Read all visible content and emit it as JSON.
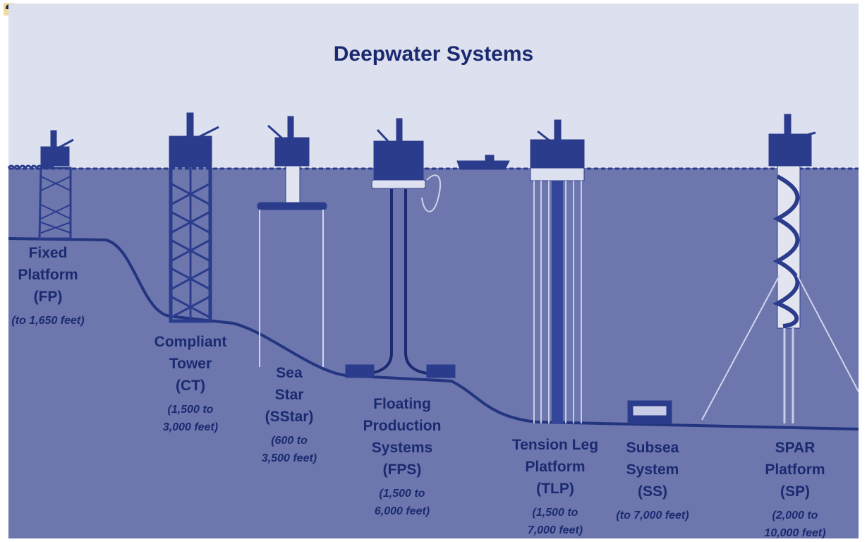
{
  "title": "Deepwater Systems",
  "colors": {
    "sky": "#dde0ee",
    "water": "#6d77ae",
    "ink": "#1b2a70",
    "structure": "#2b3c8c"
  },
  "systems": [
    {
      "name": [
        "Fixed",
        "Platform",
        "(FP)"
      ],
      "range": [
        "(to 1,650 feet)"
      ]
    },
    {
      "name": [
        "Compliant",
        "Tower",
        "(CT)"
      ],
      "range": [
        "(1,500 to",
        "3,000 feet)"
      ]
    },
    {
      "name": [
        "Sea",
        "Star",
        "(SStar)"
      ],
      "range": [
        "(600 to",
        "3,500 feet)"
      ]
    },
    {
      "name": [
        "Floating",
        "Production",
        "Systems",
        "(FPS)"
      ],
      "range": [
        "(1,500 to",
        "6,000 feet)"
      ]
    },
    {
      "name": [
        "Tension Leg",
        "Platform",
        "(TLP)"
      ],
      "range": [
        "(1,500 to",
        "7,000 feet)"
      ]
    },
    {
      "name": [
        "Subsea",
        "System",
        "(SS)"
      ],
      "range": [
        "(to 7,000 feet)"
      ]
    },
    {
      "name": [
        "SPAR",
        "Platform",
        "(SP)"
      ],
      "range": [
        "(2,000 to",
        "10,000 feet)"
      ]
    }
  ]
}
